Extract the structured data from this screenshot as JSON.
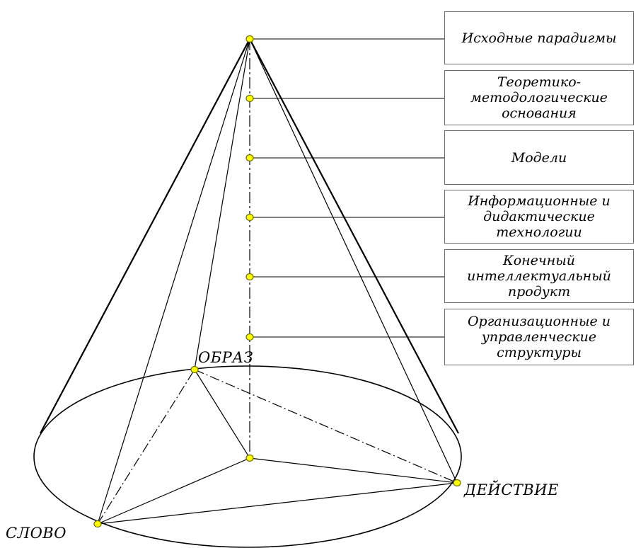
{
  "levels": [
    "Исходные парадигмы",
    "Теоретико-методологические основания",
    "Модели",
    "Информационные и дидактические технологии",
    "Конечный интеллектуальный продукт",
    "Организационные и управленческие структуры"
  ],
  "vertices": {
    "top": "ОБРАЗ",
    "right": "ДЕЙСТВИЕ",
    "left": "СЛОВО"
  },
  "colors": {
    "node_fill": "#ffff00",
    "node_stroke": "#6b6b00",
    "line": "#000000",
    "box_border": "#6b6b6b"
  }
}
